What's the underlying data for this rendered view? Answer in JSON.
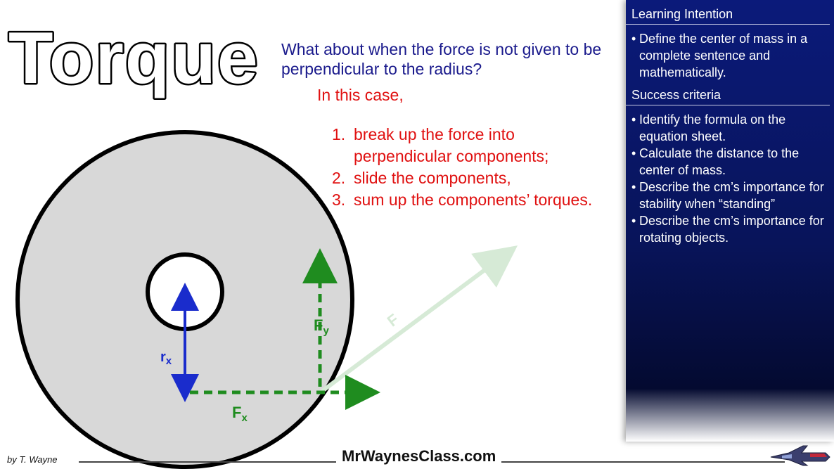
{
  "title": "Torque",
  "question": "What about when the force is not given to be perpendicular to the radius?",
  "in_this_case": "In this case,",
  "steps": [
    {
      "num": "1.",
      "text": "break up the force into perpendicular components;"
    },
    {
      "num": "2.",
      "text": "slide the components,"
    },
    {
      "num": "3.",
      "text": "sum up the components’ torques."
    }
  ],
  "diagram": {
    "r_label": "r",
    "r_sub": "x",
    "fy_label": "F",
    "fy_sub": "y",
    "fx_label": "F",
    "fx_sub": "x",
    "f_label": "F",
    "colors": {
      "disk": "#d8d8d8",
      "radius_arrow": "#1a2ccc",
      "components": "#1f8c1f",
      "force": "#d6ead6"
    }
  },
  "panel": {
    "learning_intention": {
      "heading": "Learning Intention",
      "items": [
        "Define the center of mass in a complete sentence and mathematically."
      ]
    },
    "success_criteria": {
      "heading": "Success criteria",
      "items": [
        "Identify the formula on the equation sheet.",
        "Calculate the distance to the center of mass.",
        "Describe the cm’s importance for stability when “standing”",
        "Describe the cm’s importance for rotating objects."
      ]
    }
  },
  "footer": {
    "credit": "by T. Wayne",
    "url": "MrWaynesClass.com"
  }
}
